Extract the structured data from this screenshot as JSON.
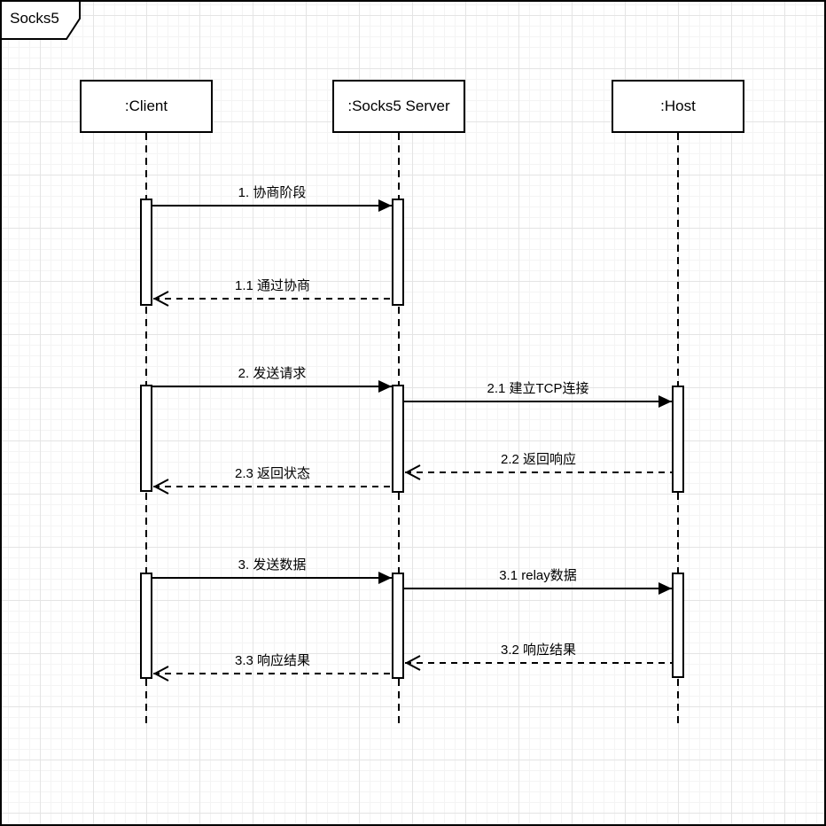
{
  "frame": {
    "label": "Socks5"
  },
  "colors": {
    "stroke": "#000000",
    "fill": "#ffffff",
    "grid_minor": "#f4f4f4",
    "grid_major": "#e4e4e4"
  },
  "diagram_type": "uml-sequence",
  "actors": [
    {
      "name": ":Client"
    },
    {
      "name": ":Socks5 Server"
    },
    {
      "name": ":Host"
    }
  ],
  "messages": [
    {
      "id": "1",
      "label": "1. 协商阶段",
      "from": ":Client",
      "to": ":Socks5 Server",
      "type": "sync"
    },
    {
      "id": "1.1",
      "label": "1.1 通过协商",
      "from": ":Socks5 Server",
      "to": ":Client",
      "type": "return"
    },
    {
      "id": "2",
      "label": "2. 发送请求",
      "from": ":Client",
      "to": ":Socks5 Server",
      "type": "sync"
    },
    {
      "id": "2.1",
      "label": "2.1 建立TCP连接",
      "from": ":Socks5 Server",
      "to": ":Host",
      "type": "sync"
    },
    {
      "id": "2.2",
      "label": "2.2 返回响应",
      "from": ":Host",
      "to": ":Socks5 Server",
      "type": "return"
    },
    {
      "id": "2.3",
      "label": "2.3 返回状态",
      "from": ":Socks5 Server",
      "to": ":Client",
      "type": "return"
    },
    {
      "id": "3",
      "label": "3. 发送数据",
      "from": ":Client",
      "to": ":Socks5 Server",
      "type": "sync"
    },
    {
      "id": "3.1",
      "label": "3.1 relay数据",
      "from": ":Socks5 Server",
      "to": ":Host",
      "type": "sync"
    },
    {
      "id": "3.2",
      "label": "3.2 响应结果",
      "from": ":Host",
      "to": ":Socks5 Server",
      "type": "return"
    },
    {
      "id": "3.3",
      "label": "3.3 响应结果",
      "from": ":Socks5 Server",
      "to": ":Client",
      "type": "return"
    }
  ]
}
